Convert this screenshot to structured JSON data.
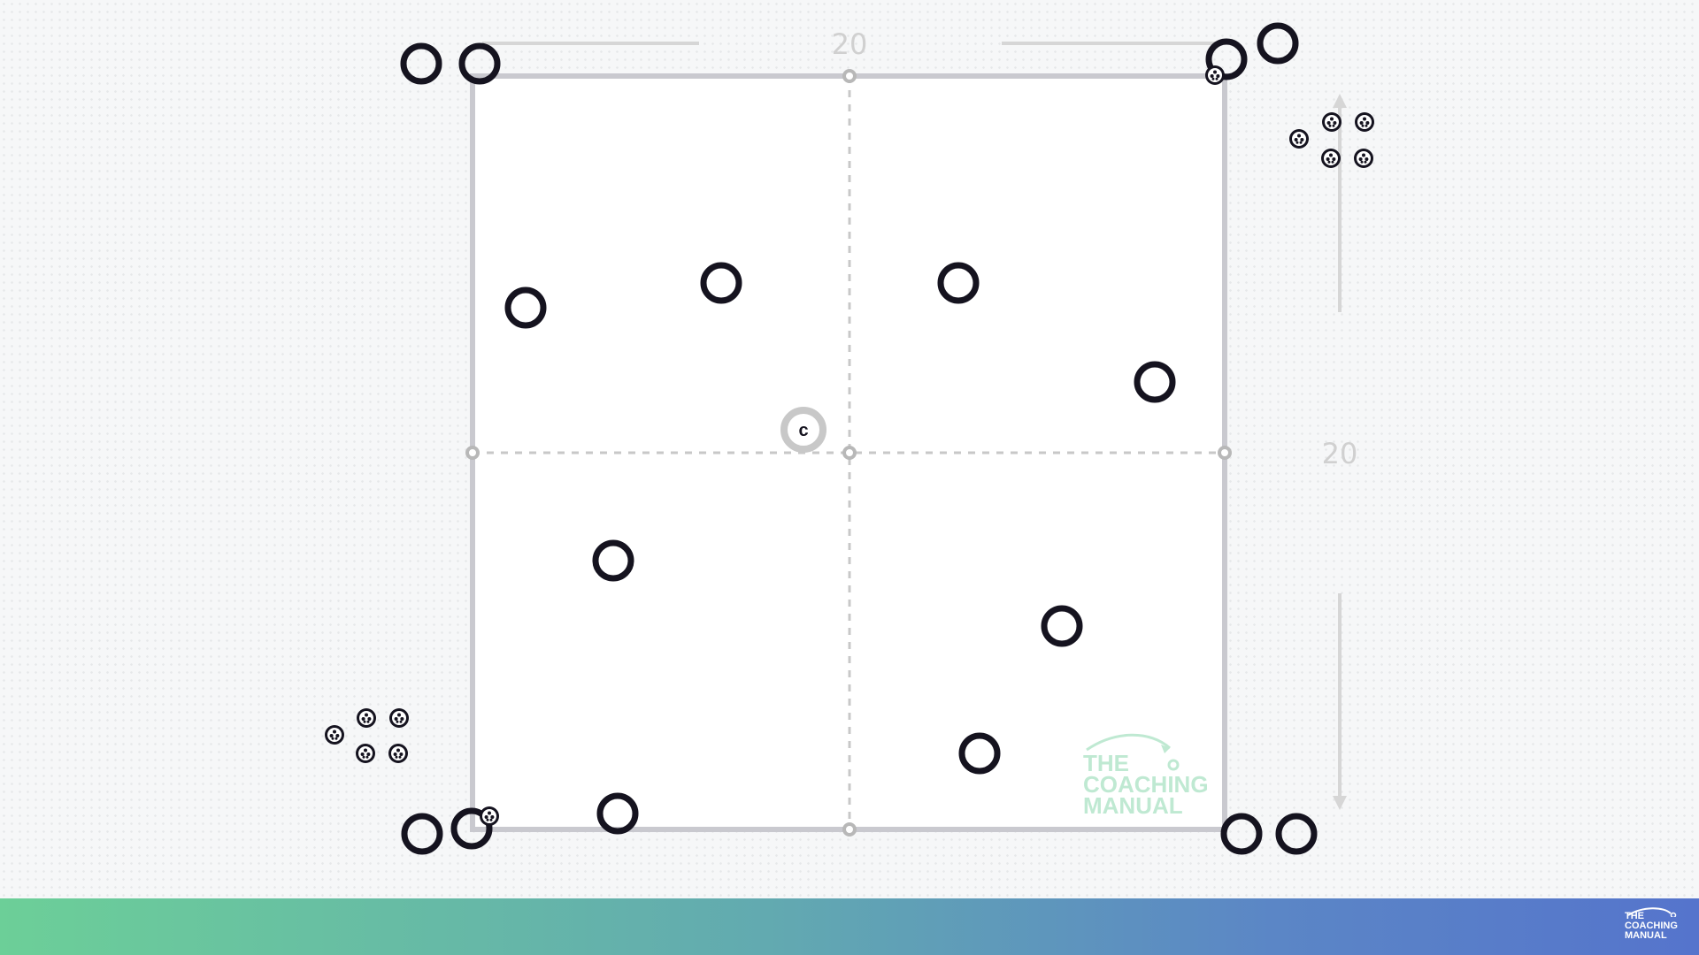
{
  "pitch": {
    "width_label": "20",
    "height_label": "20",
    "coach_label": "c",
    "colors": {
      "background": "#f6f7f8",
      "pitch_fill": "#ffffff",
      "boundary": "#c9c9cf",
      "divider": "#c8c8c8",
      "player_stroke": "#15131f",
      "coach_ring": "#c8c8c8",
      "measure": "#d6d6d6"
    }
  },
  "watermark": {
    "line1": "THE",
    "line2": "COACHING",
    "line3": "MANUAL",
    "color": "#bfe9d2"
  },
  "footer": {
    "logo_line1": "THE",
    "logo_line2": "COACHING",
    "logo_line3": "MANUAL",
    "gradient_start": "#6ccf98",
    "gradient_end": "#5574cc"
  },
  "icons": {
    "player": "player-ring-icon",
    "ball": "football-icon",
    "coach": "coach-icon",
    "corner_marker": "corner-marker-icon"
  }
}
